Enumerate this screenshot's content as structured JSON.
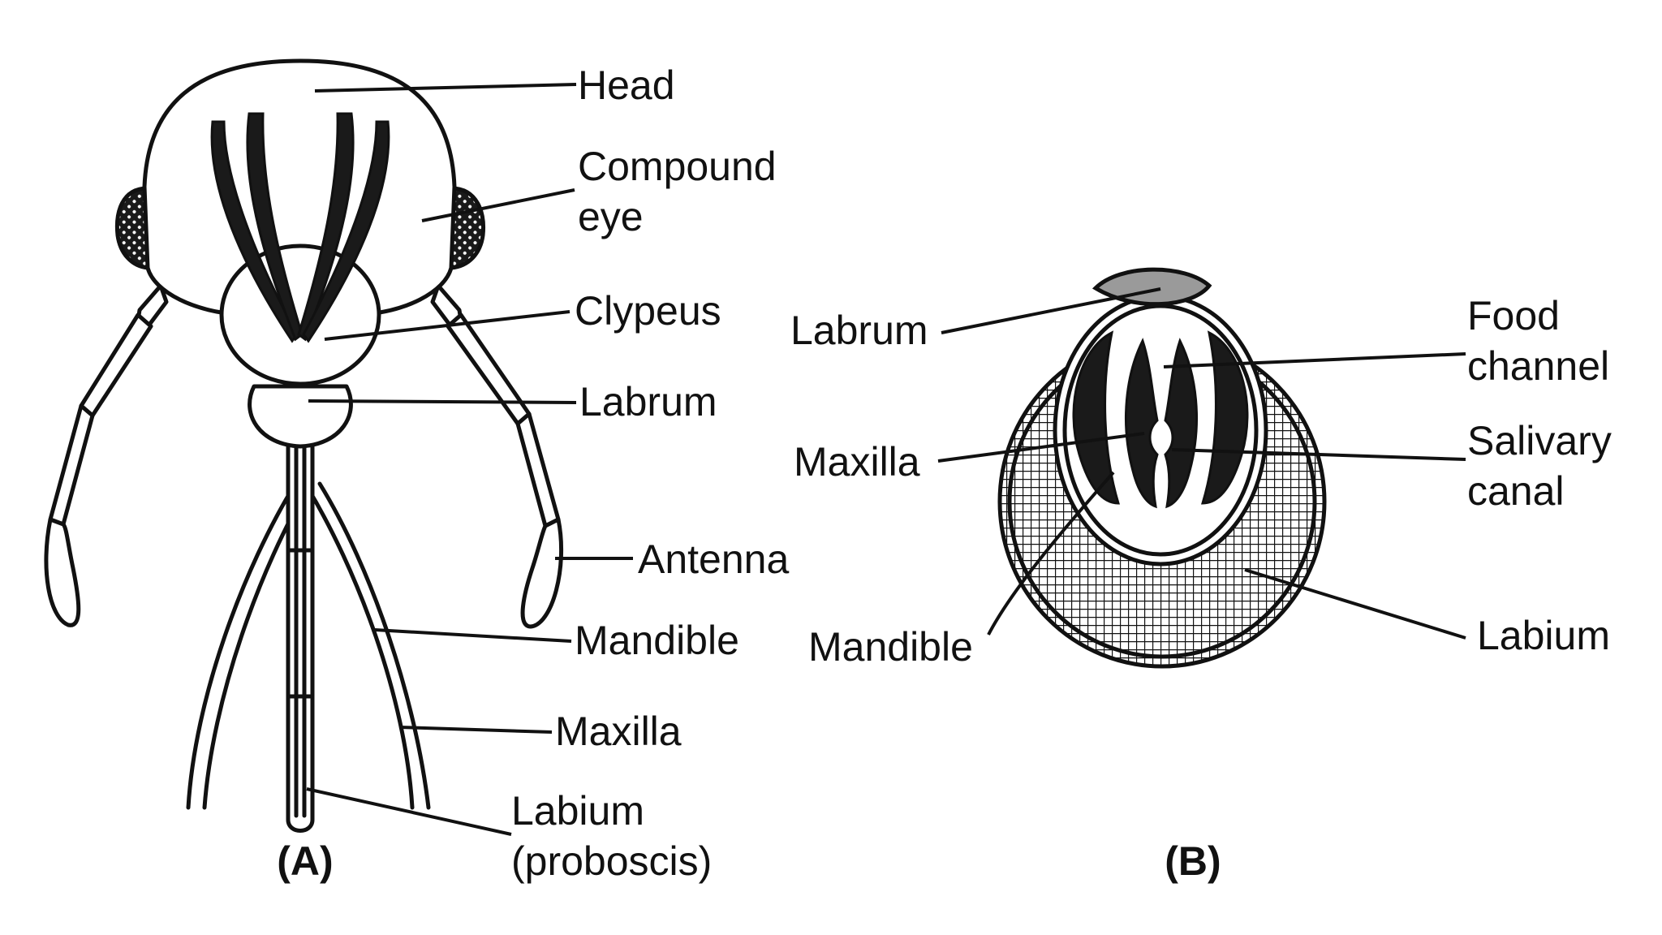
{
  "panel_a": {
    "caption": "(A)",
    "labels": {
      "head": "Head",
      "compound_eye_1": "Compound",
      "compound_eye_2": "eye",
      "clypeus": "Clypeus",
      "labrum": "Labrum",
      "antenna": "Antenna",
      "mandible": "Mandible",
      "maxilla": "Maxilla",
      "labium_1": "Labium",
      "labium_2": "(proboscis)"
    }
  },
  "panel_b": {
    "caption": "(B)",
    "labels": {
      "labrum": "Labrum",
      "food_channel_1": "Food",
      "food_channel_2": "channel",
      "maxilla": "Maxilla",
      "salivary_canal_1": "Salivary",
      "salivary_canal_2": "canal",
      "mandible": "Mandible",
      "labium": "Labium"
    }
  },
  "colors": {
    "ink": "#111111",
    "labrum_fill": "#9a9a9a",
    "hatch": "#111111",
    "background": "#ffffff"
  }
}
